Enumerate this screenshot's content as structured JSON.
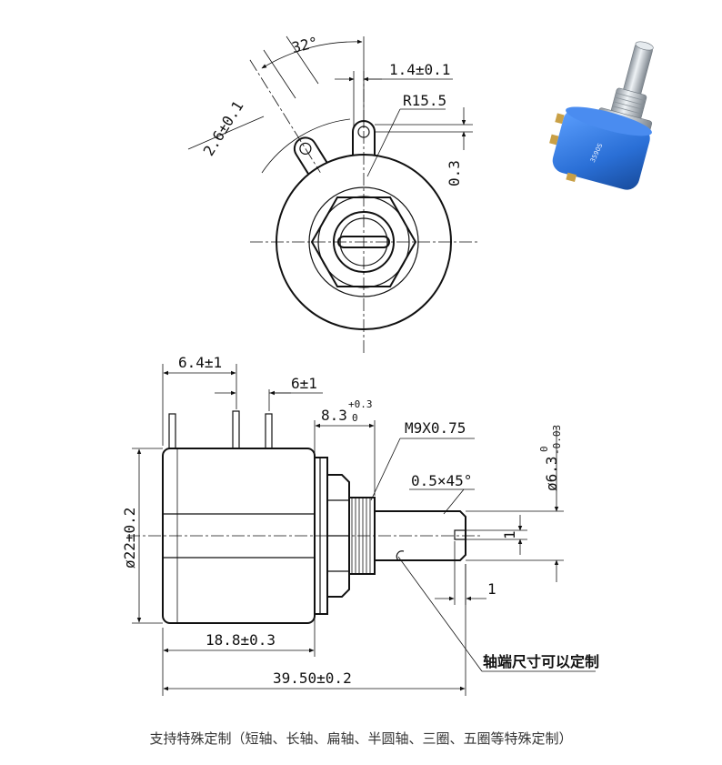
{
  "dimensions": {
    "angle": "32°",
    "lug_width": "2.6±0.1",
    "shaft_offset": "1.4±0.1",
    "radius": "R15.5",
    "lug_height": "0.3",
    "pin_span_1": "6.4±1",
    "pin_span_2": "6±1",
    "bushing_length_main": "8.3",
    "bushing_length_upper_tol": "+0.3",
    "bushing_length_lower_tol": "0",
    "thread": "M9X0.75",
    "chamfer": "0.5×45°",
    "shaft_diameter_main": "ø6.3",
    "shaft_diameter_upper_tol": "0",
    "shaft_diameter_lower_tol": "-0.03",
    "slot_width": "1",
    "body_diameter": "ø22±0.2",
    "slot_depth": "1",
    "body_length": "18.8±0.3",
    "total_length": "39.50±0.2"
  },
  "note": "轴端尺寸可以定制",
  "caption": "支持特殊定制（短轴、长轴、扁轴、半圆轴、三圈、五圈等特殊定制）",
  "photo_marking": "3590S",
  "colors": {
    "body_blue": "#2a6fd6",
    "metal": "#c9cfd6"
  }
}
